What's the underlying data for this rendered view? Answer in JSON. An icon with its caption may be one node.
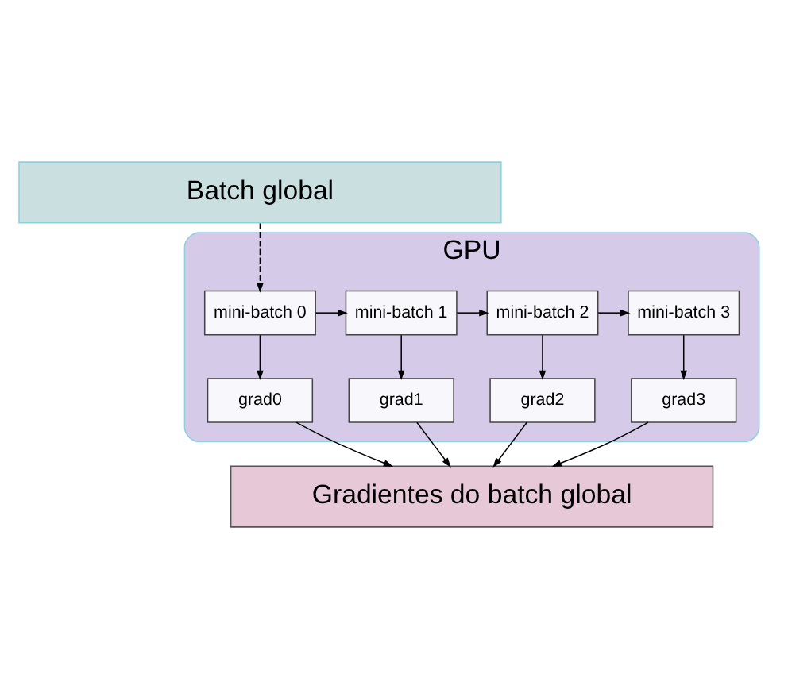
{
  "diagram": {
    "nodes": [
      {
        "text": [
          "Batch global"
        ]
      },
      {
        "text": [
          "GPU"
        ]
      },
      {
        "text": [
          "mini-batch 0"
        ],
        "in": 1
      },
      {
        "text": [
          "mini-batch 1"
        ],
        "in": 1
      },
      {
        "text": [
          "mini-batch 2"
        ],
        "in": 1
      },
      {
        "text": [
          "mini-batch 3"
        ],
        "in": 1
      },
      {
        "text": [
          "grad0"
        ],
        "in": 1
      },
      {
        "text": [
          "grad1"
        ],
        "in": 1
      },
      {
        "text": [
          "grad2"
        ],
        "in": 1
      },
      {
        "text": [
          "grad3"
        ],
        "in": 1
      },
      {
        "text": [
          "Gradientes do batch global"
        ]
      }
    ],
    "edges": [
      {
        "from": 0,
        "to": 2,
        "arrow": "to",
        "style": "dashed"
      },
      {
        "from": 2,
        "to": 3,
        "arrow": "to"
      },
      {
        "from": 3,
        "to": 4,
        "arrow": "to"
      },
      {
        "from": 4,
        "to": 5,
        "arrow": "to"
      },
      {
        "from": 2,
        "to": 6,
        "arrow": "to"
      },
      {
        "from": 3,
        "to": 7,
        "arrow": "to"
      },
      {
        "from": 4,
        "to": 8,
        "arrow": "to"
      },
      {
        "from": 5,
        "to": 9,
        "arrow": "to"
      },
      {
        "from": 6,
        "to": 10,
        "arrow": "to"
      },
      {
        "from": 7,
        "to": 10,
        "arrow": "to"
      },
      {
        "from": 8,
        "to": 10,
        "arrow": "to"
      },
      {
        "from": 9,
        "to": 10,
        "arrow": "to"
      }
    ]
  }
}
